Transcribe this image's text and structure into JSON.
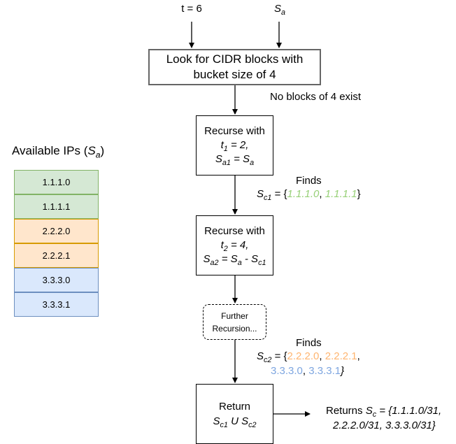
{
  "inputs": {
    "t": "t = 6",
    "s_base": "S",
    "s_sub": "a"
  },
  "box1": {
    "line1": "Look for CIDR blocks with",
    "line2": "bucket size of 4"
  },
  "no_blocks_label": "No blocks of 4 exist",
  "available": {
    "title_prefix": "Available IPs (",
    "title_var": "S",
    "title_sub": "a",
    "title_suffix": ")"
  },
  "ip_list": [
    "1.1.1.0",
    "1.1.1.1",
    "2.2.2.0",
    "2.2.2.1",
    "3.3.3.0",
    "3.3.3.1"
  ],
  "box2": {
    "title": "Recurse with",
    "t_var": "t",
    "t_sub": "1",
    "t_val": " = 2,",
    "s_var": "S",
    "s_sub": "a1",
    "eq": " = ",
    "s2_var": "S",
    "s2_sub": "a"
  },
  "finds1": {
    "label": "Finds",
    "var": "S",
    "sub": "c1",
    "eq": " = {",
    "ip1": "1.1.1.0",
    "comma": ", ",
    "ip2": "1.1.1.1",
    "close": "}"
  },
  "box3": {
    "title": "Recurse with",
    "t_var": "t",
    "t_sub": "2",
    "t_val": " = 4,",
    "s_var": "S",
    "s_sub": "a2",
    "eq": " = ",
    "s2_var": "S",
    "s2_sub": "a",
    "minus": " - ",
    "s3_var": "S",
    "s3_sub": "c1"
  },
  "further": {
    "line1": "Further",
    "line2": "Recursion..."
  },
  "finds2": {
    "label": "Finds",
    "var": "S",
    "sub": "c2",
    "eq": " = {",
    "ip1": "2.2.2.0",
    "comma1": ", ",
    "ip2": "2.2.2.1",
    "comma2": ",",
    "ip3": "3.3.3.0",
    "comma3": ", ",
    "ip4": "3.3.3.1",
    "close": "}"
  },
  "box4": {
    "title": "Return",
    "a_var": "S",
    "a_sub": "c1",
    "union": " U ",
    "b_var": "S",
    "b_sub": "c2"
  },
  "returns": {
    "prefix": "Returns ",
    "var": "S",
    "sub": "c",
    "line1_rest": " = {1.1.1.0/31,",
    "line2": "2.2.2.0/31, 3.3.3.0/31}"
  }
}
